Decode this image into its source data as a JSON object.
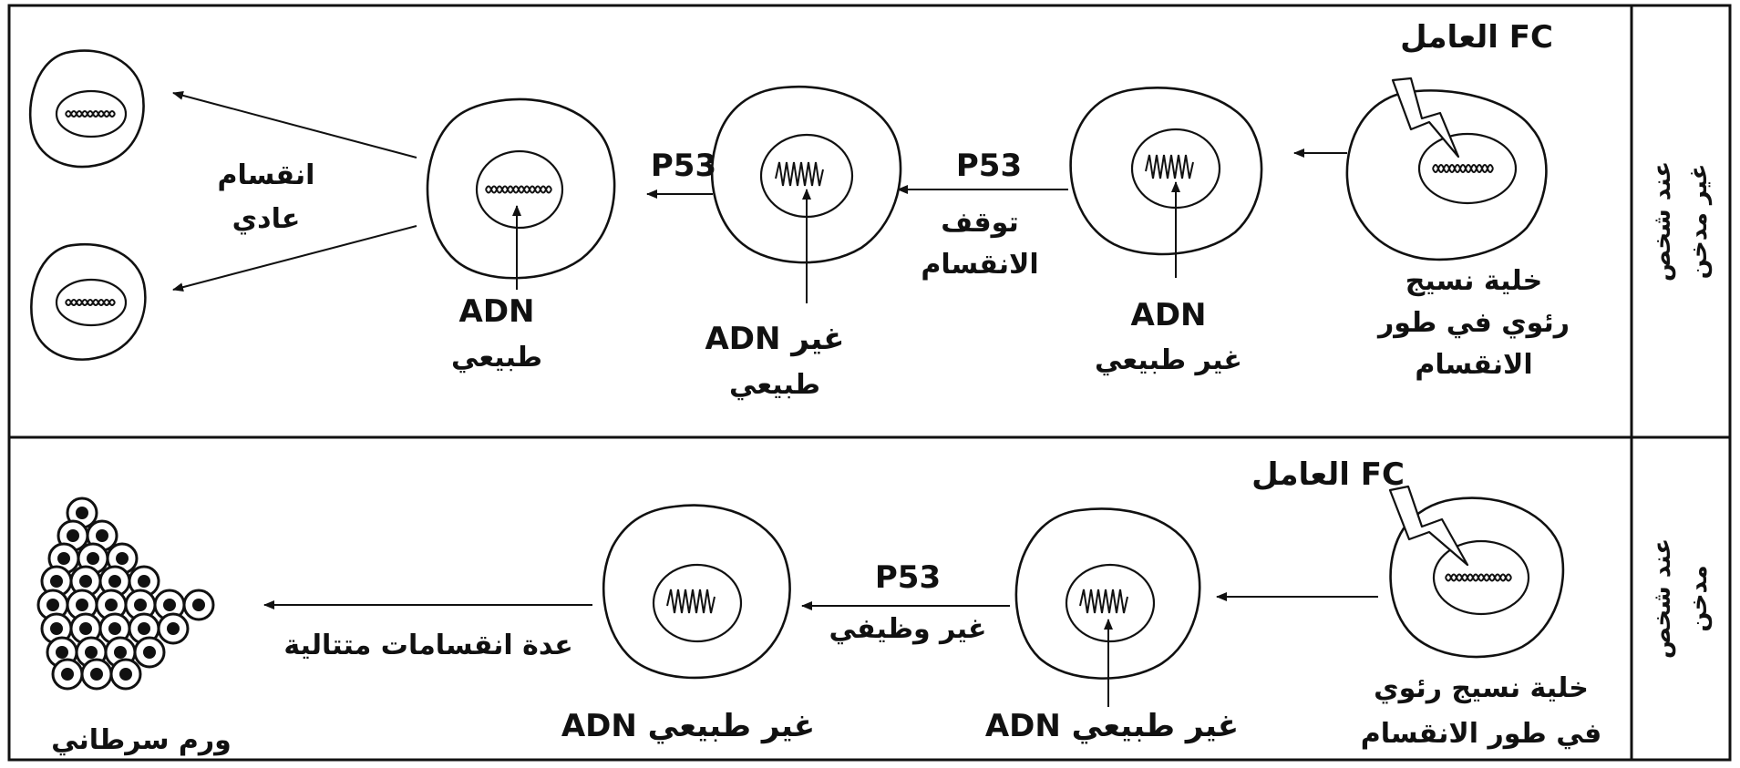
{
  "rows": [
    {
      "row_label_line1": "عند شخص",
      "row_label_line2": "غير مدخن",
      "factor_label": "العامل FC",
      "start_cell_caption": [
        "خلية نسيج",
        "رئوي في طور",
        "الانقسام"
      ],
      "dna_labels": [
        [
          "ADN",
          "غير طبيعي"
        ],
        [
          "ADN غير",
          "طبيعي"
        ],
        [
          "ADN",
          "طبيعي"
        ]
      ],
      "protein_label_1": "P53",
      "action_label": [
        "توقف",
        "الانقسام"
      ],
      "protein_label_2": "P53",
      "outcome_label": [
        "انقسام",
        "عادي"
      ]
    },
    {
      "row_label_line1": "عند شخص",
      "row_label_line2": "مدخن",
      "factor_label": "العامل FC",
      "start_cell_caption": [
        "خلية نسيج رئوي",
        "في طور الانقسام"
      ],
      "dna_labels": [
        "ADN غير طبيعي",
        "ADN غير طبيعي"
      ],
      "protein_label": "P53",
      "protein_state": "غير وظيفي",
      "outcome_arrow_label": "عدة انقسامات متتالية",
      "outcome_label": "ورم سرطاني"
    }
  ]
}
